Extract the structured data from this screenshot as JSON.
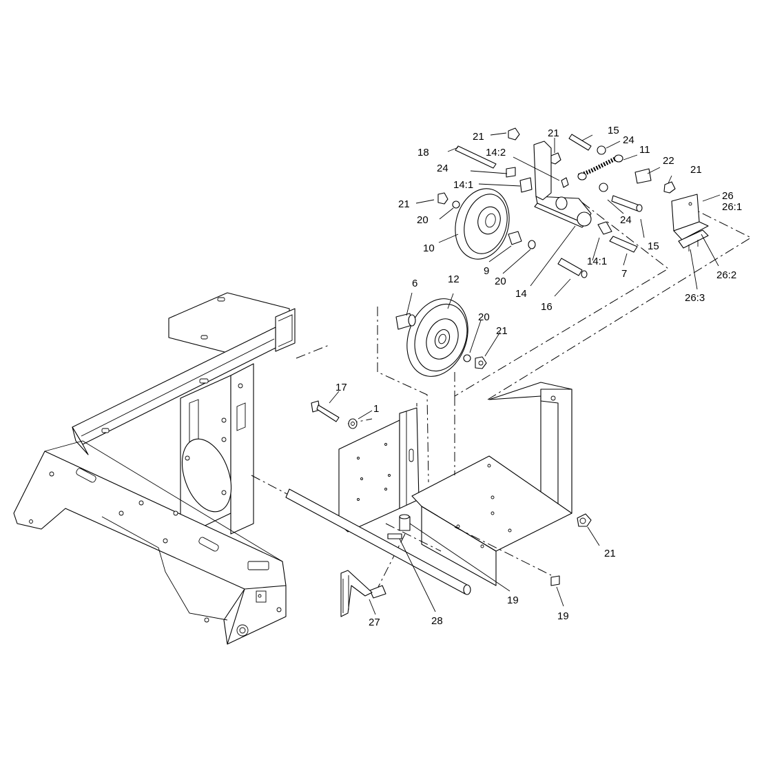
{
  "diagram": {
    "callouts": [
      {
        "id": "c-21a",
        "text": "21"
      },
      {
        "id": "c-21b",
        "text": "21"
      },
      {
        "id": "c-15a",
        "text": "15"
      },
      {
        "id": "c-24a",
        "text": "24"
      },
      {
        "id": "c-11",
        "text": "11"
      },
      {
        "id": "c-18",
        "text": "18"
      },
      {
        "id": "c-14-2",
        "text": "14:2"
      },
      {
        "id": "c-22",
        "text": "22"
      },
      {
        "id": "c-21c",
        "text": "21"
      },
      {
        "id": "c-24b",
        "text": "24"
      },
      {
        "id": "c-14-1a",
        "text": "14:1"
      },
      {
        "id": "c-26",
        "text": "26"
      },
      {
        "id": "c-26-1",
        "text": "26:1"
      },
      {
        "id": "c-21d",
        "text": "21"
      },
      {
        "id": "c-20a",
        "text": "20"
      },
      {
        "id": "c-24c",
        "text": "24"
      },
      {
        "id": "c-15b",
        "text": "15"
      },
      {
        "id": "c-10",
        "text": "10"
      },
      {
        "id": "c-9",
        "text": "9"
      },
      {
        "id": "c-14-1b",
        "text": "14:1"
      },
      {
        "id": "c-7",
        "text": "7"
      },
      {
        "id": "c-20b",
        "text": "20"
      },
      {
        "id": "c-26-2",
        "text": "26:2"
      },
      {
        "id": "c-14",
        "text": "14"
      },
      {
        "id": "c-16",
        "text": "16"
      },
      {
        "id": "c-26-3",
        "text": "26:3"
      },
      {
        "id": "c-6",
        "text": "6"
      },
      {
        "id": "c-12",
        "text": "12"
      },
      {
        "id": "c-20c",
        "text": "20"
      },
      {
        "id": "c-21e",
        "text": "21"
      },
      {
        "id": "c-17",
        "text": "17"
      },
      {
        "id": "c-1",
        "text": "1"
      },
      {
        "id": "c-21f",
        "text": "21"
      },
      {
        "id": "c-19a",
        "text": "19"
      },
      {
        "id": "c-19b",
        "text": "19"
      },
      {
        "id": "c-27",
        "text": "27"
      },
      {
        "id": "c-28",
        "text": "28"
      }
    ]
  }
}
